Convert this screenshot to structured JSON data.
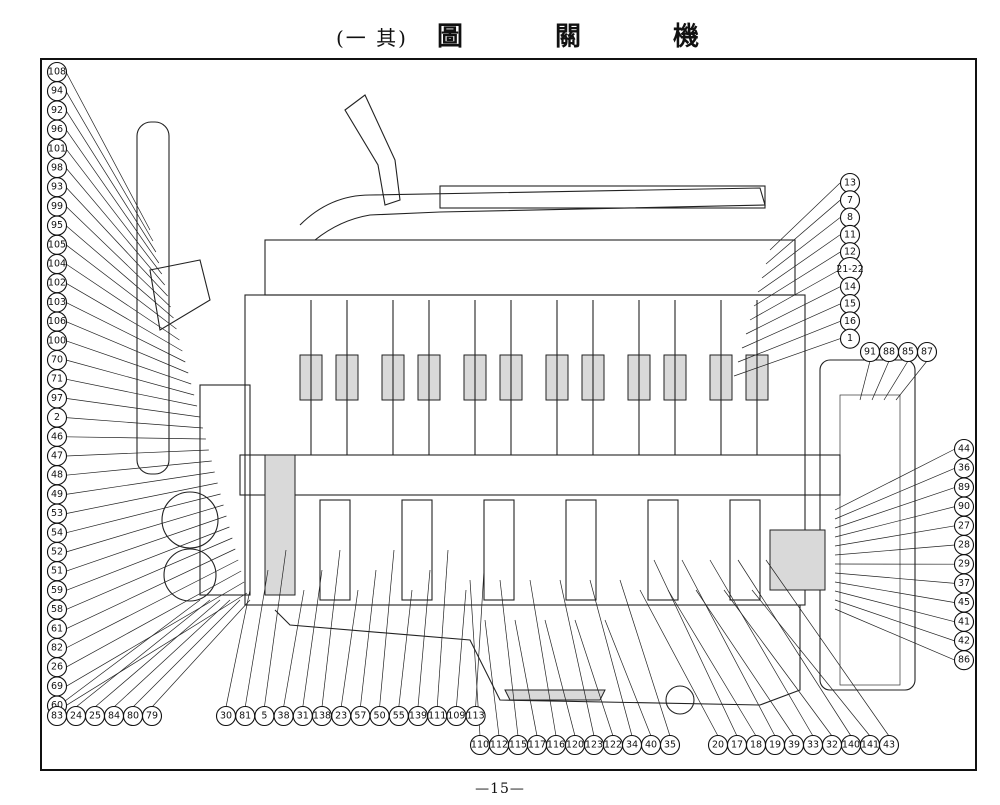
{
  "title": {
    "subtitle": "(一 其)",
    "char1": "圖",
    "char2": "關",
    "char3": "機"
  },
  "page_number": "—15—",
  "callouts": {
    "left": [
      "108",
      "94",
      "92",
      "96",
      "101",
      "98",
      "93",
      "99",
      "95",
      "105",
      "104",
      "102",
      "103",
      "106",
      "100",
      "70",
      "71",
      "97",
      "2",
      "46",
      "47",
      "48",
      "49",
      "53",
      "54",
      "52",
      "51",
      "59",
      "58",
      "61",
      "82",
      "26",
      "69",
      "60"
    ],
    "bottom_left": [
      "83",
      "24",
      "25",
      "84",
      "80",
      "79"
    ],
    "bottom_mid": [
      "30",
      "81",
      "5",
      "38",
      "31",
      "138",
      "23",
      "57",
      "50",
      "55",
      "139",
      "111",
      "109",
      "113"
    ],
    "bottom_center": [
      "110",
      "112",
      "115",
      "117",
      "116",
      "120",
      "123",
      "122",
      "34",
      "40",
      "35"
    ],
    "bottom_right": [
      "20",
      "17",
      "18",
      "19",
      "39",
      "33",
      "32",
      "140",
      "141",
      "43"
    ],
    "right_top": [
      "13",
      "7",
      "8",
      "11",
      "12",
      "21-22",
      "14",
      "15",
      "16",
      "1"
    ],
    "right_upper_row": [
      "91",
      "88",
      "85",
      "87"
    ],
    "right_side": [
      "44",
      "36",
      "89",
      "90",
      "27",
      "28",
      "29",
      "37",
      "45",
      "41",
      "42",
      "86"
    ]
  }
}
